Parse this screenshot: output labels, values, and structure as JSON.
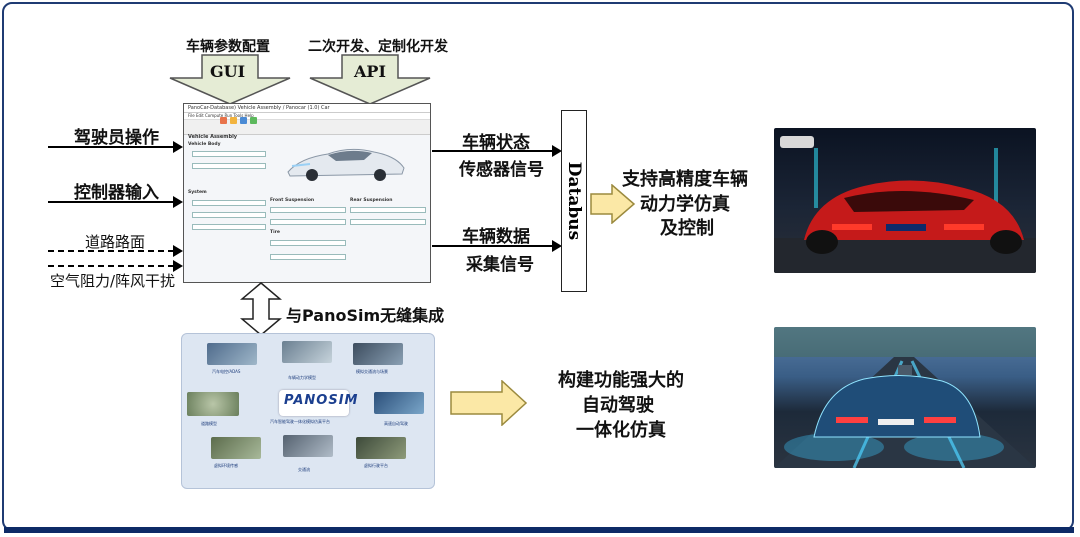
{
  "top": {
    "gui_caption": "车辆参数配置",
    "api_caption": "二次开发、定制化开发",
    "gui_label": "GUI",
    "api_label": "API"
  },
  "inputs": {
    "driver": "驾驶员操作",
    "controller": "控制器输入",
    "road": "道路路面",
    "wind": "空气阻力/阵风干扰"
  },
  "window": {
    "title": "PanoCar-Database) Vehicle Assembly / Panocar (1.0) Car",
    "menu": "File   Edit   Compute   Run   Tools   Help",
    "heading": "Vehicle Assembly",
    "body_label": "Vehicle Body",
    "systems_label": "System",
    "front_susp": "Front Suspension",
    "rear_susp": "Rear Suspension",
    "tire_label": "Tire"
  },
  "outputs": {
    "state": "车辆状态",
    "sensor": "传感器信号",
    "data": "车辆数据",
    "collect": "采集信号"
  },
  "databus": "Databus",
  "right_text": {
    "line1": "支持高精度车辆",
    "line2": "动力学仿真",
    "line3": "及控制"
  },
  "integration": "与PanoSim无缝集成",
  "panosim": {
    "logo": "PANOSIM",
    "logo_sub": "汽车智能驾驶一体化模拟仿真平台",
    "captions": [
      "汽车电控/ADAS",
      "车辆动力学模型",
      "模拟交通流与场景",
      "道路模型",
      "高速自动驾驶",
      "虚拟环境传感",
      "交通流",
      "虚拟行驶平台"
    ]
  },
  "bottom_text": {
    "line1": "构建功能强大的",
    "line2": "自动驾驶",
    "line3": "一体化仿真"
  },
  "colors": {
    "arrow_fill": "#fbe8a6",
    "arrow_stroke": "#9b8a3e",
    "frame": "#1f3b73"
  }
}
